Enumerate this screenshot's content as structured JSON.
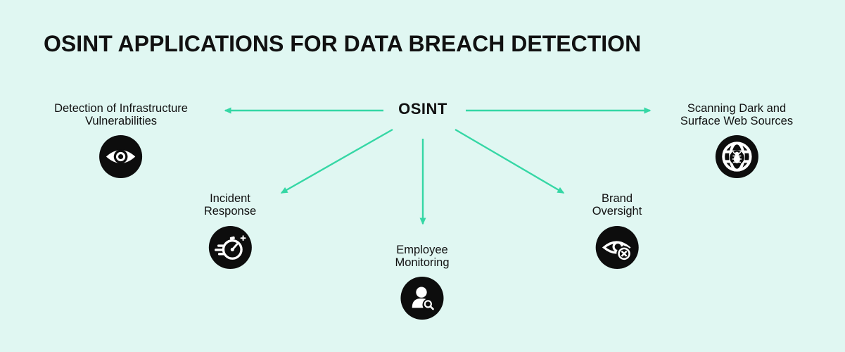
{
  "colors": {
    "background": "#e0f7f2",
    "accent": "#35d7a5",
    "icon_bg": "#0d0d0d",
    "text": "#111111"
  },
  "title": "OSINT APPLICATIONS FOR DATA BREACH DETECTION",
  "diagram": {
    "center_label": "OSINT",
    "nodes": [
      {
        "id": "detection",
        "icon": "eye-icon",
        "label_lines": [
          "Detection of Infrastructure",
          "Vulnerabilities"
        ]
      },
      {
        "id": "scanning",
        "icon": "globe-bug-icon",
        "label_lines": [
          "Scanning Dark and",
          "Surface Web Sources"
        ]
      },
      {
        "id": "incident",
        "icon": "stopwatch-icon",
        "label_lines": [
          "Incident",
          "Response"
        ]
      },
      {
        "id": "employee",
        "icon": "person-search-icon",
        "label_lines": [
          "Employee",
          "Monitoring"
        ]
      },
      {
        "id": "brand",
        "icon": "eye-off-icon",
        "label_lines": [
          "Brand",
          "Oversight"
        ]
      }
    ]
  }
}
